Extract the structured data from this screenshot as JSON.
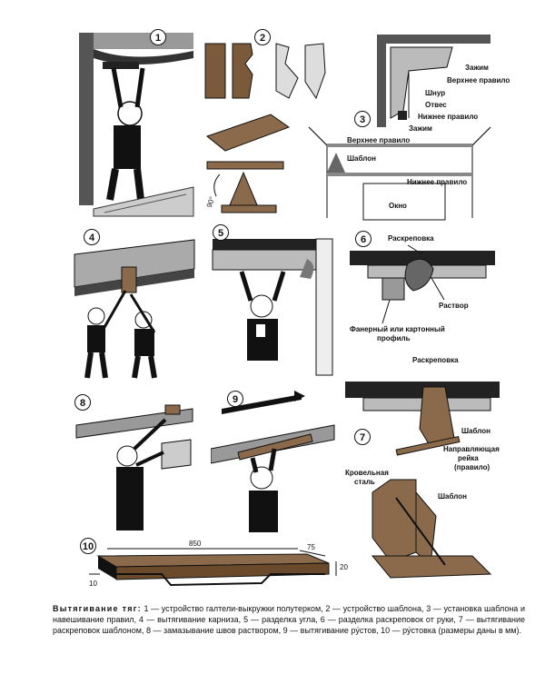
{
  "panels": {
    "p1": {
      "number": "1"
    },
    "p2": {
      "number": "2"
    },
    "p3": {
      "number": "3",
      "labels": {
        "clamp_top": "Зажим",
        "top_rule": "Верхнее правило",
        "cord": "Шнур",
        "plumb": "Отвес",
        "bottom_rule": "Нижнее правило",
        "clamp_bottom": "Зажим",
        "top_rule_2": "Верхнее правило",
        "template": "Шаблон",
        "bottom_rule_2": "Нижнее правило",
        "window": "Окно"
      }
    },
    "p2_angle": "90°",
    "p4": {
      "number": "4"
    },
    "p5": {
      "number": "5"
    },
    "p6": {
      "number": "6",
      "labels": {
        "raskrepovka": "Раскреповка",
        "mortar": "Раствор",
        "profile_1": "Фанерный или картонный",
        "profile_2": "профиль"
      }
    },
    "p7": {
      "number": "7",
      "labels": {
        "raskrepovka": "Раскреповка",
        "template": "Шаблон",
        "guide_1": "Направляющая",
        "guide_2": "рейка",
        "guide_3": "(правило)",
        "steel_1": "Кровельная",
        "steel_2": "сталь",
        "template_2": "Шаблон"
      }
    },
    "p8": {
      "number": "8"
    },
    "p9": {
      "number": "9"
    },
    "p10": {
      "number": "10",
      "dims": {
        "length": "850",
        "width": "75",
        "height": "20",
        "thickness": "10"
      }
    }
  },
  "caption": {
    "title": "Вытягивание тяг:",
    "text": " 1 — устройство галтели-выкружки полутерком, 2 — устройство шаблона, 3 — установка шаблона и навешивание правил, 4 — вытягивание карниза, 5 — разделка угла, 6 — разделка раскреповок от руки, 7 — вытягивание раскреповок шаблоном, 8 — замазывание швов раствором, 9 — вытягивание ру́стов, 10 — ру́стовка (размеры даны в мм)."
  }
}
